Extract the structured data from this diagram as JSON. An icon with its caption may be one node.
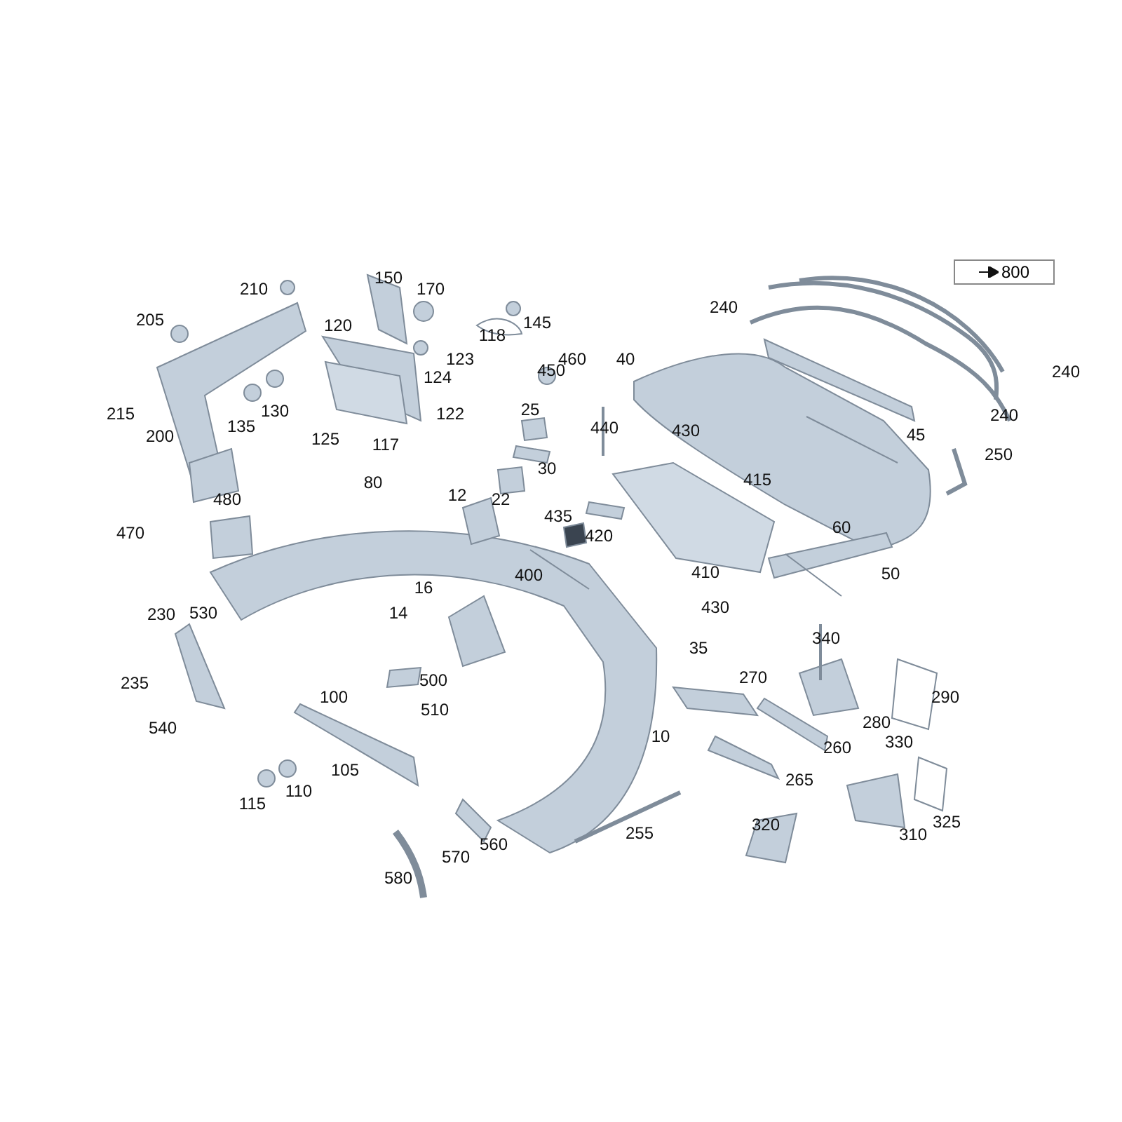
{
  "diagram": {
    "nodes": [
      {
        "text": [
          "800"
        ]
      }
    ],
    "labels": [
      "150",
      "210",
      "170",
      "118",
      "240",
      "145",
      "205",
      "120",
      "123",
      "450",
      "460",
      "40",
      "240",
      "124",
      "215",
      "122",
      "25",
      "130",
      "240",
      "135",
      "440",
      "430",
      "45",
      "200",
      "125",
      "117",
      "250",
      "30",
      "415",
      "80",
      "12",
      "22",
      "480",
      "435",
      "60",
      "470",
      "420",
      "410",
      "400",
      "50",
      "16",
      "430",
      "14",
      "230",
      "530",
      "35",
      "340",
      "270",
      "235",
      "500",
      "290",
      "100",
      "510",
      "280",
      "540",
      "10",
      "330",
      "260",
      "105",
      "265",
      "110",
      "115",
      "325",
      "320",
      "310",
      "255",
      "560",
      "570",
      "580"
    ]
  }
}
